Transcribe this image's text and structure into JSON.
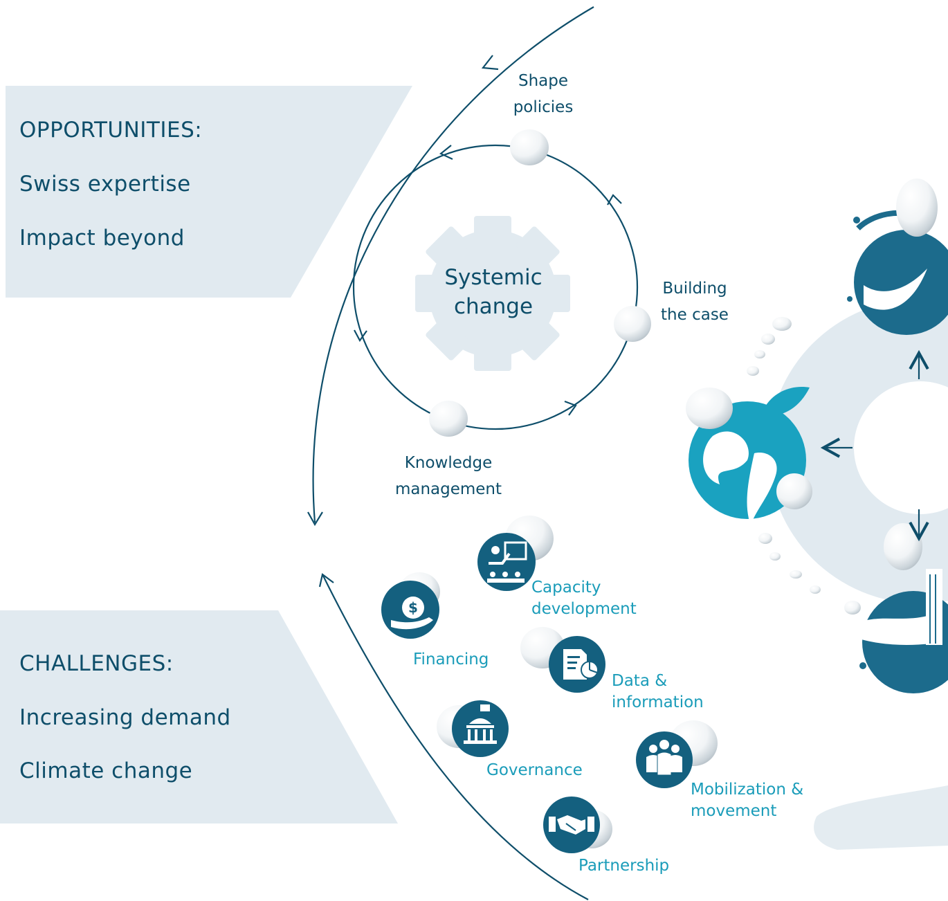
{
  "opportunities": {
    "heading": "OPPORTUNITIES:",
    "items": [
      "Swiss expertise",
      "Impact beyond"
    ]
  },
  "challenges": {
    "heading": "CHALLENGES:",
    "items": [
      "Increasing demand",
      "Climate change"
    ]
  },
  "cycle": {
    "center_title": [
      "Systemic",
      "change"
    ],
    "steps": [
      {
        "lines": [
          "Shape",
          "policies"
        ]
      },
      {
        "lines": [
          "Building",
          "the case"
        ]
      },
      {
        "lines": [
          "Knowledge",
          "management"
        ]
      }
    ]
  },
  "tools": [
    {
      "label": [
        "Capacity",
        "development"
      ],
      "icon": "presentation-icon"
    },
    {
      "label": [
        "Financing"
      ],
      "icon": "dollar-hand-icon"
    },
    {
      "label": [
        "Data &",
        "information"
      ],
      "icon": "report-chart-icon"
    },
    {
      "label": [
        "Governance"
      ],
      "icon": "government-building-icon"
    },
    {
      "label": [
        "Mobilization &",
        "movement"
      ],
      "icon": "crowd-icon"
    },
    {
      "label": [
        "Partnership"
      ],
      "icon": "handshake-icon"
    }
  ],
  "right_icons": [
    "dove-icon",
    "earth-leaf-icon",
    "hand-water-icon"
  ],
  "colors": {
    "dark_blue": "#0e4e6a",
    "teal": "#1a9cb9",
    "panel_bg": "#e1eaf0",
    "icon_blue": "#14607f"
  }
}
